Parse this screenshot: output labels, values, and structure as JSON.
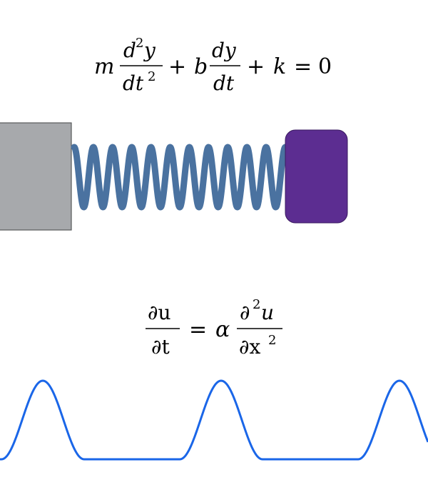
{
  "equation_1": {
    "m": "m",
    "frac1_num_d": "d",
    "frac1_num_sup": "2",
    "frac1_num_y": "y",
    "frac1_den_dt": "dt",
    "frac1_den_sup": "2",
    "plus1": "+",
    "b": "b",
    "frac2_num": "dy",
    "frac2_den": "dt",
    "plus2": "+",
    "k": "k",
    "equals": "=",
    "zero": "0"
  },
  "equation_2": {
    "lhs_num": "∂u",
    "lhs_den": "∂t",
    "equals": "=",
    "alpha": "α",
    "rhs_num_d": "∂",
    "rhs_num_sup": "2",
    "rhs_num_u": "u",
    "rhs_den_dx": "∂x",
    "rhs_den_sup": "2"
  },
  "colors": {
    "wall": "#a7a9ac",
    "wall_border": "#58595b",
    "spring": "#4a72a0",
    "mass": "#5c2d91",
    "wave": "#1a66e8"
  },
  "spring": {
    "coils": 11
  },
  "wave": {
    "peaks": 3
  }
}
